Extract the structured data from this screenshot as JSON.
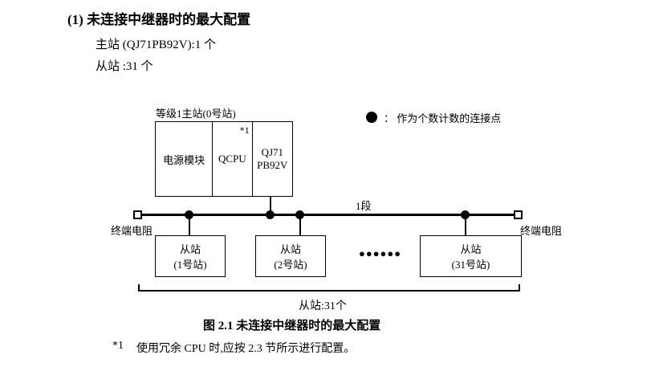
{
  "page": {
    "heading": "(1) 未连接中继器时的最大配置",
    "master_line": "主站 (QJ71PB92V):1 个",
    "slave_line": "从站 :31 个",
    "caption": "图 2.1 未连接中继器时的最大配置",
    "footnote": {
      "marker": "*1",
      "text": "使用冗余 CPU 时,应按 2.3 节所示进行配置。"
    }
  },
  "diagram": {
    "master_label": "等级1主站(0号站)",
    "master_cells": {
      "power": "电源模块",
      "cpu": "QCPU",
      "cpu_note": "*1",
      "network": "QJ71\nPB92V"
    },
    "legend_text": "：  作为个数计数的连接点",
    "segment_label": "1段",
    "terminator_left": "终端电阻",
    "terminator_right": "终端电阻",
    "slaves": {
      "s1": "从站\n(1号站)",
      "s2": "从站\n(2号站)",
      "s31": "从站\n(31号站)"
    },
    "ellipsis": "●●●●●●",
    "bottom_label": "从站:31个"
  }
}
